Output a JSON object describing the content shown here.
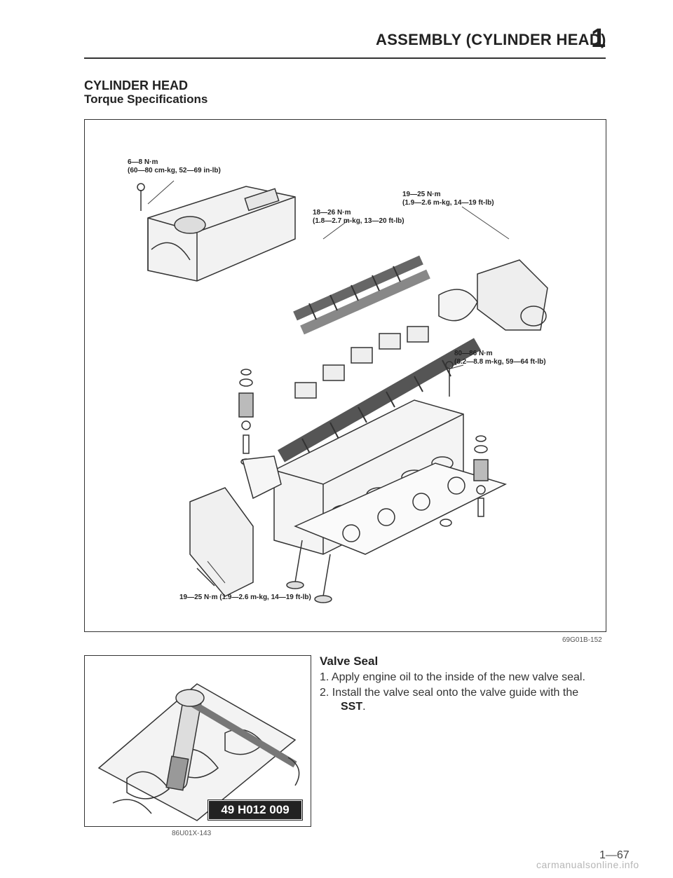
{
  "header": {
    "title": "ASSEMBLY (CYLINDER HEAD)",
    "section_number": "1"
  },
  "section": {
    "title": "CYLINDER HEAD",
    "subtitle": "Torque Specifications"
  },
  "main_figure": {
    "code": "69G01B-152",
    "torque_labels": [
      {
        "line1": "6—8 N·m",
        "line2": "(60—80 cm-kg, 52—69 in-lb)"
      },
      {
        "line1": "19—25 N·m",
        "line2": "(1.9—2.6 m-kg, 14—19 ft-lb)"
      },
      {
        "line1": "18—26 N·m",
        "line2": "(1.8—2.7 m-kg, 13—20 ft-lb)"
      },
      {
        "line1": "80—86 N·m",
        "line2": "(8.2—8.8 m-kg, 59—64 ft-lb)"
      },
      {
        "line1": "19—25 N·m (1.9—2.6 m-kg, 14—19 ft-lb)"
      }
    ]
  },
  "valve_seal": {
    "title": "Valve Seal",
    "steps": [
      "1. Apply engine oil to the inside of the new valve seal.",
      "2. Install the valve seal onto the valve guide with the"
    ],
    "sst": "SST",
    "sst_suffix": "."
  },
  "small_figure": {
    "tool_number": "49 H012 009",
    "code": "86U01X-143"
  },
  "footer": {
    "page_number": "1—67",
    "watermark": "carmanualsonline.info"
  }
}
